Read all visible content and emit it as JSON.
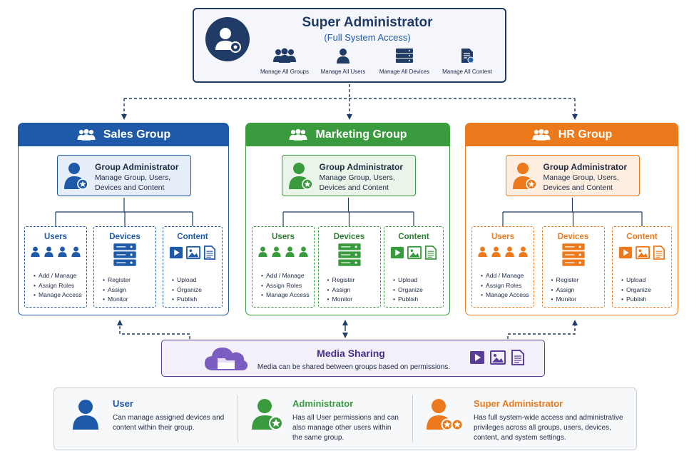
{
  "super": {
    "title": "Super Administrator",
    "subtitle": "(Full System Access)",
    "capabilities": [
      {
        "label": "Manage All Groups",
        "icon": "group-icon"
      },
      {
        "label": "Manage All Users",
        "icon": "user-icon"
      },
      {
        "label": "Manage All Devices",
        "icon": "server-icon"
      },
      {
        "label": "Manage All Content",
        "icon": "document-icon"
      }
    ]
  },
  "groups": [
    {
      "name": "Sales Group",
      "color": "#1e5aa8",
      "admin": {
        "title": "Group Administrator",
        "desc_line1": "Manage Group, Users,",
        "desc_line2": "Devices and Content"
      },
      "users": {
        "title": "Users",
        "items": [
          "Add / Manage",
          "Assign Roles",
          "Manage Access"
        ]
      },
      "devices": {
        "title": "Devices",
        "items": [
          "Register",
          "Assign",
          "Monitor"
        ]
      },
      "content": {
        "title": "Content",
        "items": [
          "Upload",
          "Organize",
          "Publish"
        ]
      }
    },
    {
      "name": "Marketing Group",
      "color": "#3a9a3e",
      "admin": {
        "title": "Group Administrator",
        "desc_line1": "Manage Group, Users,",
        "desc_line2": "Devices and Content"
      },
      "users": {
        "title": "Users",
        "items": [
          "Add / Manage",
          "Assign Roles",
          "Manage Access"
        ]
      },
      "devices": {
        "title": "Devices",
        "items": [
          "Register",
          "Assign",
          "Monitor"
        ]
      },
      "content": {
        "title": "Content",
        "items": [
          "Upload",
          "Organize",
          "Publish"
        ]
      }
    },
    {
      "name": "HR Group",
      "color": "#ec7a1c",
      "admin": {
        "title": "Group Administrator",
        "desc_line1": "Manage Group, Users,",
        "desc_line2": "Devices and Content"
      },
      "users": {
        "title": "Users",
        "items": [
          "Add / Manage",
          "Assign Roles",
          "Manage Access"
        ]
      },
      "devices": {
        "title": "Devices",
        "items": [
          "Register",
          "Assign",
          "Monitor"
        ]
      },
      "content": {
        "title": "Content",
        "items": [
          "Upload",
          "Organize",
          "Publish"
        ]
      }
    }
  ],
  "media": {
    "title": "Media Sharing",
    "description": "Media can be shared between groups based on permissions."
  },
  "legend": [
    {
      "title": "User",
      "color": "#1e5aa8",
      "lines": [
        "Can manage assigned devices and",
        "content within their group."
      ]
    },
    {
      "title": "Administrator",
      "color": "#3a9a3e",
      "lines": [
        "Has all User permissions and can",
        "also manage other users within",
        "the same group."
      ]
    },
    {
      "title": "Super Administrator",
      "color": "#ec7a1c",
      "lines": [
        "Has full system-wide access and administrative",
        "privileges across all groups, users, devices,",
        "content, and system settings."
      ]
    }
  ],
  "colors": {
    "navy": "#1f3b66",
    "purple": "#5b3d9a"
  }
}
